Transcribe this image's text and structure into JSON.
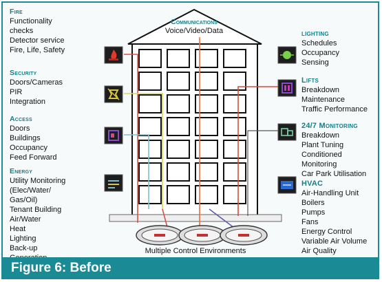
{
  "groups": {
    "fire": {
      "title": "Fire",
      "items": [
        "Functionality",
        "checks",
        "Detector service",
        "Fire, Life, Safety"
      ]
    },
    "security": {
      "title": "Security",
      "items": [
        "Doors/Cameras",
        "PIR",
        "Integration"
      ]
    },
    "access": {
      "title": "Access",
      "items": [
        "Doors",
        "Buildings",
        "Occupancy",
        "Feed Forward"
      ]
    },
    "energy": {
      "title": "Energy",
      "items": [
        "Utility Monitoring",
        "(Elec/Water/",
        "Gas/Oil)",
        "Tenant Building",
        "Air/Water",
        "Heat",
        "Lighting",
        "Back-up",
        "Generation"
      ]
    },
    "lighting": {
      "title": "lighting",
      "items": [
        "Schedules",
        "Occupancy",
        "Sensing"
      ]
    },
    "lifts": {
      "title": "Lifts",
      "items": [
        "Breakdown",
        "Maintenance",
        "Traffic Performance"
      ]
    },
    "monitoring": {
      "title": "24/7 Monitoring",
      "items": [
        "Breakdown",
        "Plant Tuning",
        "Conditioned",
        "Monitoring",
        "Car Park Utilisation"
      ]
    },
    "hvac": {
      "title": "HVAC",
      "items": [
        "Air-Handling Unit",
        "Boilers",
        "Pumps",
        "Fans",
        "Energy Control",
        "Variable Air Volume",
        "Air Quality"
      ]
    }
  },
  "communications": {
    "title": "Communications",
    "subtitle": "Voice/Video/Data"
  },
  "control_label": "Multiple Control Environments",
  "footer": "Figure 6: Before",
  "colors": {
    "teal": "#1a8a94",
    "fire_line": "#d8504a",
    "security_line": "#d9d35a",
    "access_line": "#7fbfd0",
    "comm_line": "#e8703a",
    "lifts_line": "#d84a3a",
    "meter_blue": "#5a5aa8"
  },
  "icons": [
    "fire-system-icon",
    "security-system-icon",
    "access-system-icon",
    "energy-system-icon",
    "lighting-system-icon",
    "lifts-system-icon",
    "monitoring-system-icon",
    "hvac-system-icon"
  ]
}
